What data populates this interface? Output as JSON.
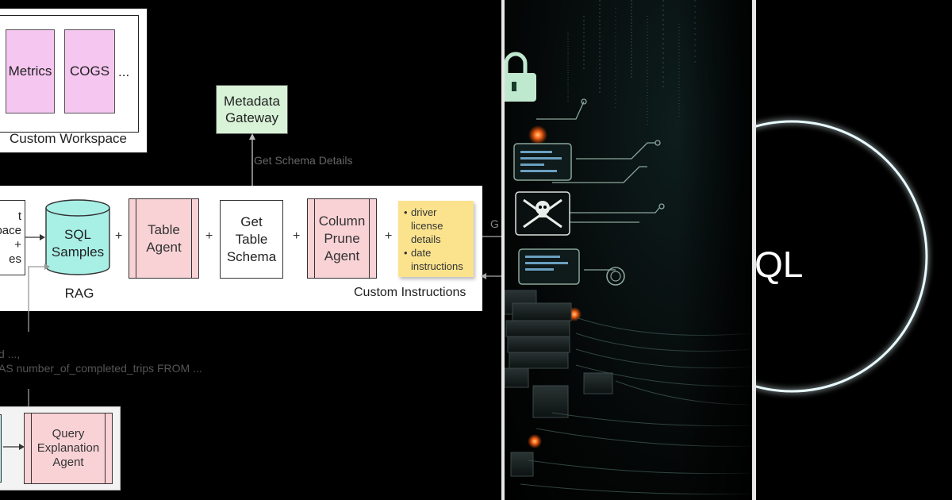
{
  "workspace": {
    "cards": [
      "Metrics",
      "COGS"
    ],
    "ellipsis": "...",
    "label": "Custom Workspace"
  },
  "gateway": {
    "label_line1": "Metadata",
    "label_line2": "Gateway",
    "edge_label": "Get Schema Details"
  },
  "pipeline": {
    "left_box_lines": [
      "t",
      "pace",
      "+",
      "es"
    ],
    "sql_samples_line1": "SQL",
    "sql_samples_line2": "Samples",
    "rag_label": "RAG",
    "table_agent_line1": "Table",
    "table_agent_line2": "Agent",
    "get_schema_line1": "Get",
    "get_schema_line2": "Table",
    "get_schema_line3": "Schema",
    "column_prune_line1": "Column",
    "column_prune_line2": "Prune",
    "column_prune_line3": "Agent",
    "plus": "+",
    "custom_instructions_label": "Custom Instructions",
    "sticky_items": [
      "driver license details",
      "date instructions"
    ],
    "edge_fragment": "G"
  },
  "query_text": {
    "line1": "d ...,",
    "line2": "AS number_of_completed_trips FROM ..."
  },
  "explanation": {
    "line1": "Query",
    "line2": "Explanation",
    "line3": "Agent"
  },
  "sql_panel": {
    "text": "QL"
  },
  "colors": {
    "gateway_fill": "#d8f3d8",
    "sql_samples_fill": "#a8efe6",
    "agent_fill": "#f9d2d6",
    "card_fill": "#f5c6f0",
    "sticky_fill": "#fbe38e",
    "glow": "#e8fbff"
  }
}
